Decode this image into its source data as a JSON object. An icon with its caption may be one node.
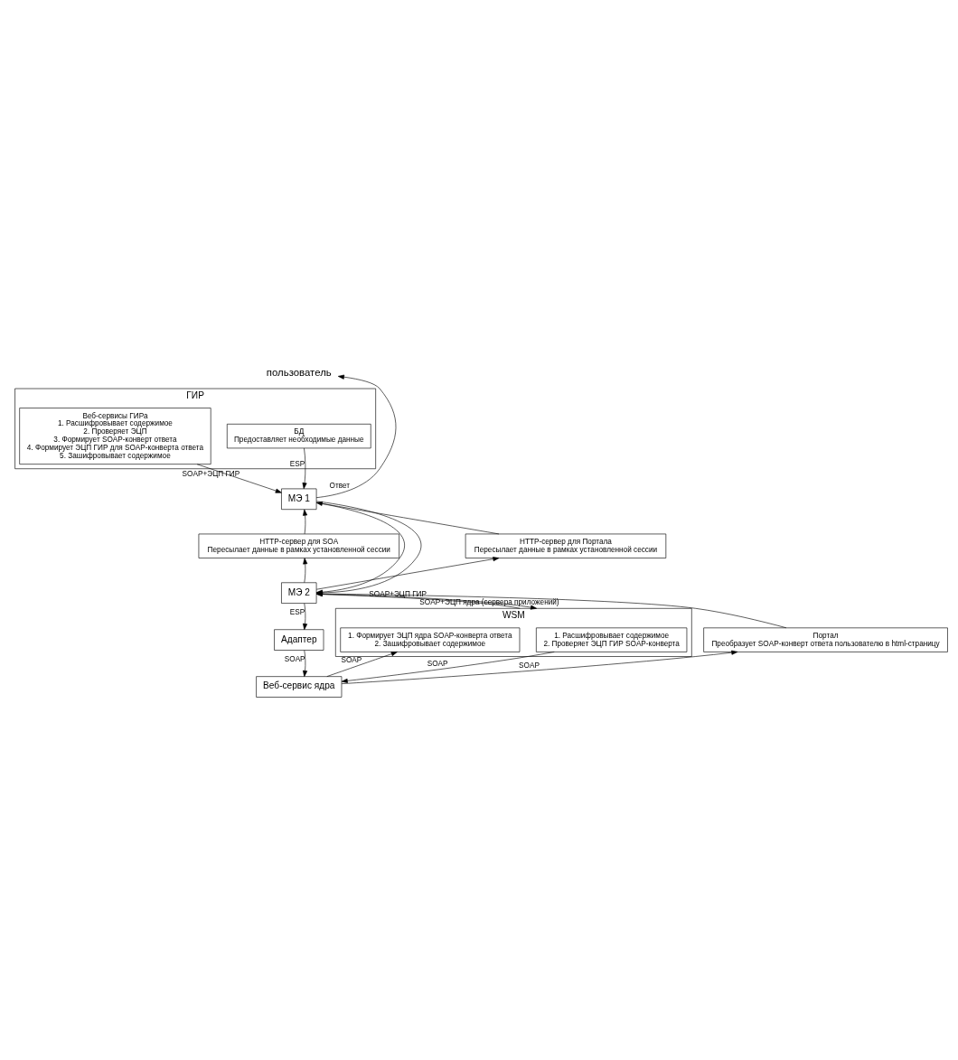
{
  "diagram": {
    "nodes": [
      {
        "text": [
          "ГИР"
        ]
      },
      {
        "text": [
          "БД",
          "Предоставляет необходимые данные"
        ],
        "in": 0
      },
      {
        "text": [
          "Веб-сервисы ГИРа",
          "1. Расшифровывает содержимое",
          "2. Проверяет ЭЦП",
          "3. Формирует SOAP-конверт ответа",
          "4. Формирует ЭЦП ГИР для SOAP-конверта ответа",
          "5. Зашифровывает содержимое"
        ],
        "in": 0
      },
      {
        "text": [
          "пользователь"
        ]
      },
      {
        "text": [
          "МЭ 1"
        ]
      },
      {
        "text": [
          "HTTP-сервер для SOA",
          "Пересылает данные в рамках установленной сессии"
        ]
      },
      {
        "text": [
          "HTTP-сервер для Портала",
          "Пересылает данные в рамках установленной сессии"
        ]
      },
      {
        "text": [
          "МЭ 2"
        ]
      },
      {
        "text": [
          "Адаптер"
        ]
      },
      {
        "text": [
          "WSM"
        ]
      },
      {
        "text": [
          "1. Расшифровывает содержимое",
          "2. Проверяет ЭЦП ГИР SOAP-конверта"
        ],
        "in": 9
      },
      {
        "text": [
          "1. Формирует ЭЦП ядра SOAP-конверта ответа",
          "2. Зашифровывает содержимое"
        ],
        "in": 9
      },
      {
        "text": [
          "Портал",
          "Преобразует SOAP-конверт ответа пользователю в html-страницу"
        ]
      },
      {
        "text": [
          "Веб-сервис ядра"
        ]
      }
    ],
    "edges": [
      {
        "from": 1,
        "to": 4,
        "arrow": "to",
        "label": "ESP"
      },
      {
        "from": 2,
        "to": 4,
        "arrow": "to",
        "label": "SOAP+ЭЦП ГИР"
      },
      {
        "from": 4,
        "to": 3,
        "arrow": "to",
        "label": "Ответ"
      },
      {
        "from": 4,
        "to": 7,
        "arrow": "to"
      },
      {
        "from": 4,
        "to": 7,
        "arrow": "to"
      },
      {
        "from": 5,
        "to": 4,
        "arrow": "to"
      },
      {
        "from": 6,
        "to": 4,
        "arrow": "to"
      },
      {
        "from": 7,
        "to": 5,
        "arrow": "to"
      },
      {
        "from": 7,
        "to": 6,
        "arrow": "to"
      },
      {
        "from": 7,
        "to": 8,
        "arrow": "to",
        "label": "ESP"
      },
      {
        "from": 7,
        "to": 9,
        "arrow": "to",
        "label": "SOAP+ЭЦП ГИР"
      },
      {
        "from": 9,
        "to": 7,
        "arrow": "to",
        "label": "SOAP+ЭЦП ядра (сервера приложений)"
      },
      {
        "from": 12,
        "to": 7,
        "arrow": "to"
      },
      {
        "from": 8,
        "to": 13,
        "arrow": "to",
        "label": "SOAP"
      },
      {
        "from": 10,
        "to": 13,
        "arrow": "to",
        "label": "SOAP"
      },
      {
        "from": 13,
        "to": 11,
        "arrow": "to",
        "label": "SOAP"
      },
      {
        "from": 13,
        "to": 12,
        "arrow": "to",
        "label": "SOAP"
      }
    ]
  }
}
